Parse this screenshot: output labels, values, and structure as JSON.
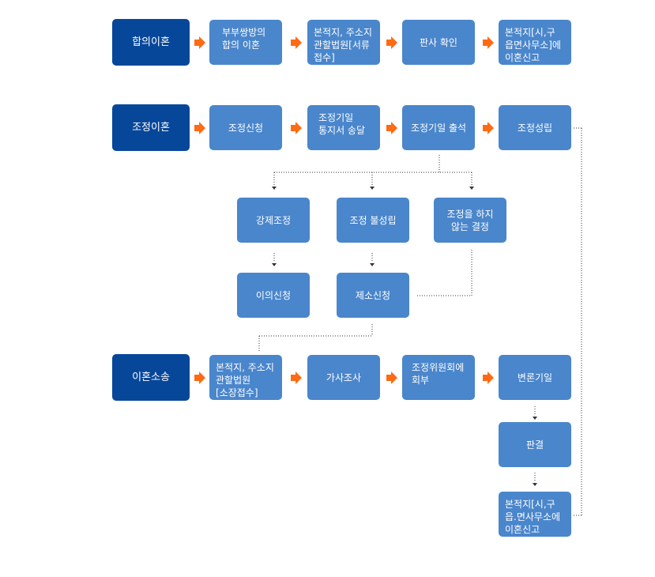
{
  "colors": {
    "dark_box": "#07479a",
    "light_box": "#4a86cc",
    "arrow": "#ff6a13",
    "connector": "#333333"
  },
  "rows": {
    "agreement": {
      "title": "합의이혼",
      "steps": [
        "부부쌍방의\n합의 이혼",
        "본적지, 주소지\n관할법원[서류\n접수]",
        "판사 확인",
        "본적지[시,구\n읍면사무소]에\n이혼신고"
      ]
    },
    "mediation": {
      "title": "조정이혼",
      "steps": [
        "조정신청",
        "조정기일\n통지서 송달",
        "조정기일 출석",
        "조정성립"
      ],
      "branches": [
        "강제조정",
        "조정 불성립",
        "조정을 하지\n않는 결정"
      ],
      "outcomes": [
        "이의신청",
        "제소신청"
      ]
    },
    "litigation": {
      "title": "이혼소송",
      "steps": [
        "본적지, 주소지\n관할법원\n[소장접수]",
        "가사조사",
        "조정위원회에\n회부",
        "변론기일"
      ],
      "after": [
        "판결",
        "본적지[시,구\n읍.면사무소에\n이혼신고"
      ]
    }
  }
}
